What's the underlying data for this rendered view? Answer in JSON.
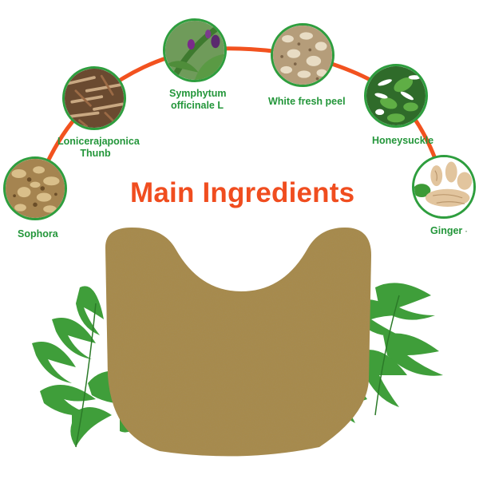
{
  "title": "Main Ingredients",
  "colors": {
    "title": "#f04d1f",
    "label_green": "#23963a",
    "circle_border": "#2e9e3e",
    "arc": "#f2521f",
    "patch": "#a88a4a",
    "leaf": "#3f9e3a"
  },
  "ingredients": [
    {
      "name": "Sophora",
      "icon": "sophora-root-slices-image"
    },
    {
      "name": "Lonicerajaponica",
      "name_line2": "Thunb",
      "icon": "lonicera-stems-image"
    },
    {
      "name": "Symphytum",
      "name_line2": "officinale L",
      "icon": "symphytum-plant-image"
    },
    {
      "name": "White fresh peel",
      "icon": "white-peel-slices-image"
    },
    {
      "name": "Honeysuckle",
      "icon": "honeysuckle-flower-image"
    },
    {
      "name": "Ginger",
      "name_suffix": "·",
      "icon": "ginger-root-image"
    }
  ],
  "product": {
    "icon": "herbal-patch-image",
    "decoration": "mugwort-leaves"
  }
}
